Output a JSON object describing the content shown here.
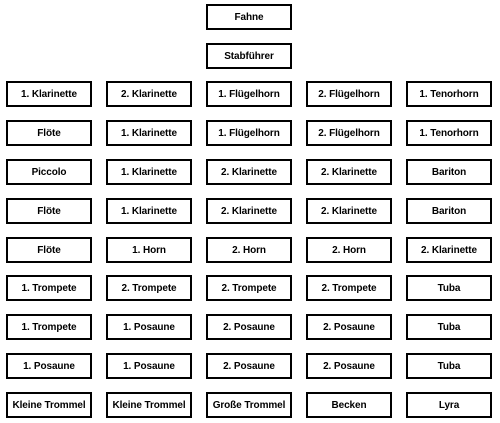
{
  "header": [
    "Fahne",
    "Stabführer"
  ],
  "rows": [
    [
      "1. Klarinette",
      "2. Klarinette",
      "1. Flügelhorn",
      "2. Flügelhorn",
      "1. Tenorhorn"
    ],
    [
      "Flöte",
      "1. Klarinette",
      "1. Flügelhorn",
      "2. Flügelhorn",
      "1. Tenorhorn"
    ],
    [
      "Piccolo",
      "1. Klarinette",
      "2. Klarinette",
      "2. Klarinette",
      "Bariton"
    ],
    [
      "Flöte",
      "1. Klarinette",
      "2. Klarinette",
      "2. Klarinette",
      "Bariton"
    ],
    [
      "Flöte",
      "1. Horn",
      "2. Horn",
      "2. Horn",
      "2. Klarinette"
    ],
    [
      "1. Trompete",
      "2. Trompete",
      "2. Trompete",
      "2. Trompete",
      "Tuba"
    ],
    [
      "1. Trompete",
      "1. Posaune",
      "2. Posaune",
      "2. Posaune",
      "Tuba"
    ],
    [
      "1. Posaune",
      "1. Posaune",
      "2. Posaune",
      "2. Posaune",
      "Tuba"
    ],
    [
      "Kleine Trommel",
      "Kleine Trommel",
      "Große Trommel",
      "Becken",
      "Lyra"
    ]
  ]
}
